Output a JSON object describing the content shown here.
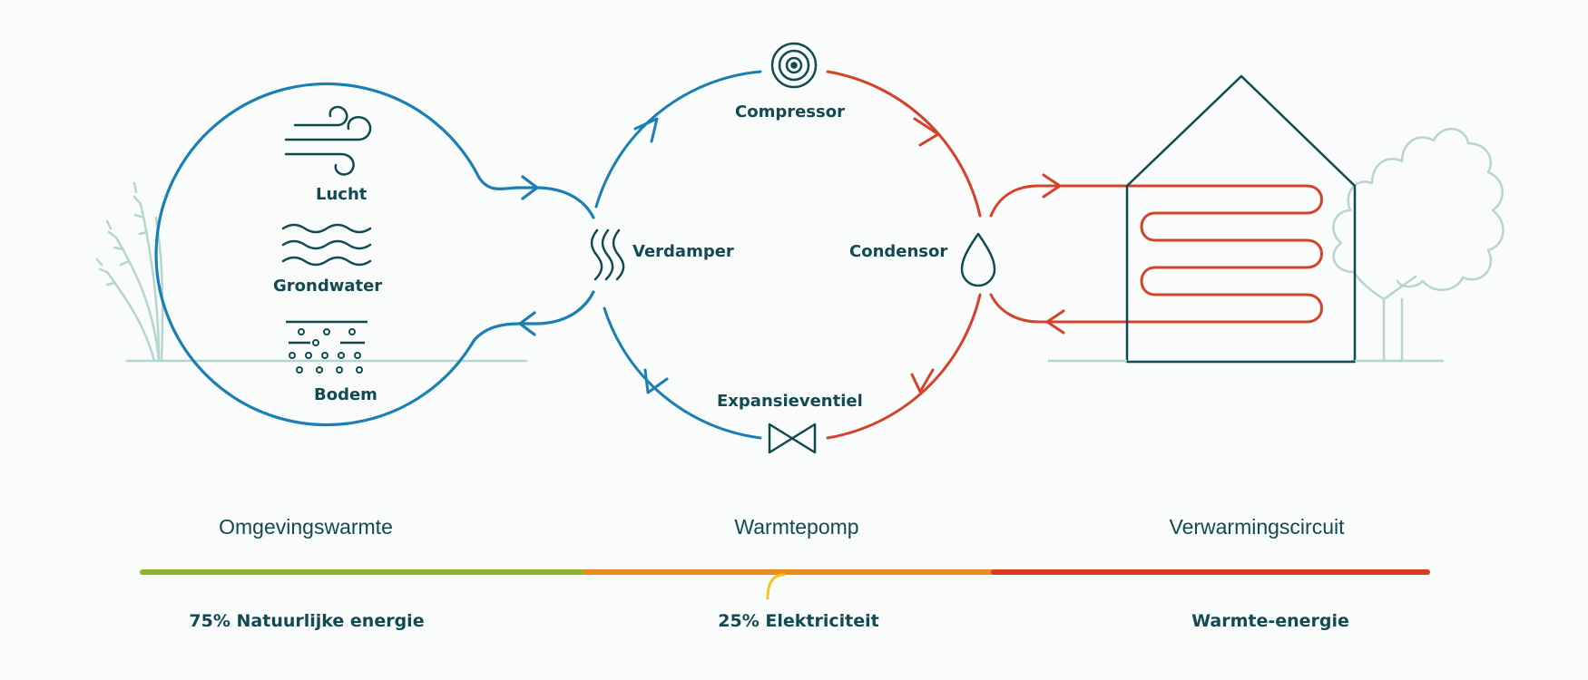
{
  "sources": {
    "lucht": "Lucht",
    "grondwater": "Grondwater",
    "bodem": "Bodem"
  },
  "components": {
    "compressor": "Compressor",
    "verdamper": "Verdamper",
    "condensor": "Condensor",
    "expansieventiel": "Expansieventiel"
  },
  "sections": {
    "left": "Omgevingswarmte",
    "middle": "Warmtepomp",
    "right": "Verwarmingscircuit"
  },
  "energy": {
    "natural": "75% Natuurlijke energie",
    "electric": "25% Elektriciteit",
    "heat": "Warmte-energie"
  },
  "colors": {
    "cold": "#1a7fb2",
    "hot": "#d2432a",
    "text": "#124a52",
    "green": "#8fb22e",
    "orange": "#ef8a1e",
    "red": "#d93b1f",
    "scenery": "#b5d6d0"
  },
  "icons": [
    "wind-icon",
    "waves-icon",
    "soil-icon",
    "compressor-icon",
    "evaporator-icon",
    "droplet-icon",
    "valve-icon",
    "house-icon",
    "tree-icon",
    "reed-icon"
  ]
}
